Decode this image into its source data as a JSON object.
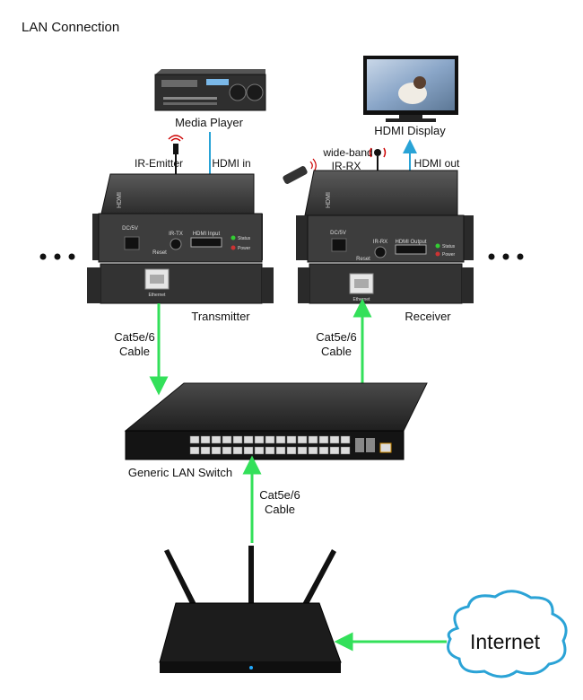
{
  "title": "LAN Connection",
  "labels": {
    "media_player": "Media Player",
    "hdmi_display": "HDMI Display",
    "ir_emitter": "IR-Emitter",
    "hdmi_in": "HDMI in",
    "wideband": "wide-band",
    "ir_rx": "IR-RX",
    "hdmi_out": "HDMI out",
    "transmitter": "Transmitter",
    "receiver": "Receiver",
    "cable_left_1": "Cat5e/6",
    "cable_left_2": "Cable",
    "cable_right_1": "Cat5e/6",
    "cable_right_2": "Cable",
    "switch": "Generic LAN Switch",
    "cable_bottom_1": "Cat5e/6",
    "cable_bottom_2": "Cable",
    "internet": "Internet"
  },
  "device_text": {
    "tx_dc": "DC/5V",
    "tx_reset": "Reset",
    "tx_irtx": "IR-TX",
    "tx_hdmi": "HDMI Input",
    "tx_status": "Status",
    "tx_power": "Power",
    "tx_eth": "Ethernet",
    "rx_dc": "DC/5V",
    "rx_reset": "Reset",
    "rx_irrx": "IR-RX",
    "rx_hdmi": "HDMI Output",
    "rx_status": "Status",
    "rx_power": "Power",
    "rx_eth": "Ethernet"
  },
  "colors": {
    "hdmi_line": "#29a3d6",
    "cable_line": "#33e05a",
    "device_body": "#3a3a3a"
  }
}
